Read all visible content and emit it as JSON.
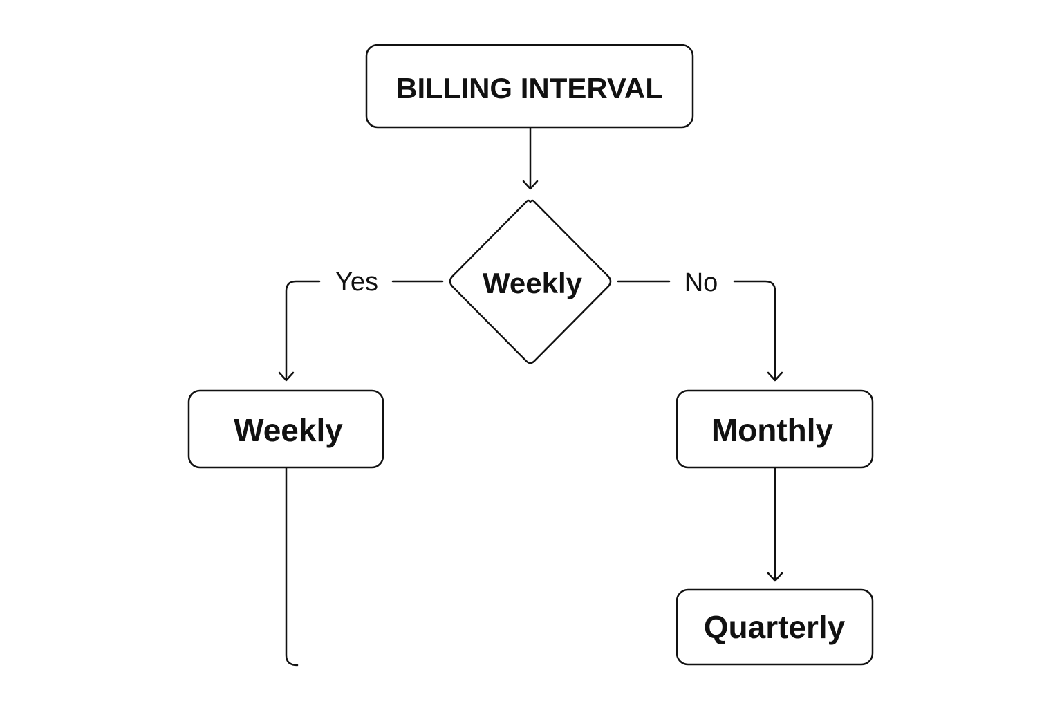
{
  "diagram": {
    "title_node": "BILLING INTERVAL",
    "decision_node": "Weekly",
    "yes_label": "Yes",
    "no_label": "No",
    "left_node": "Weekly",
    "right_node": "Monthly",
    "bottom_right_node": "Quarterly"
  },
  "colors": {
    "stroke": "#111111",
    "background": "#ffffff"
  }
}
